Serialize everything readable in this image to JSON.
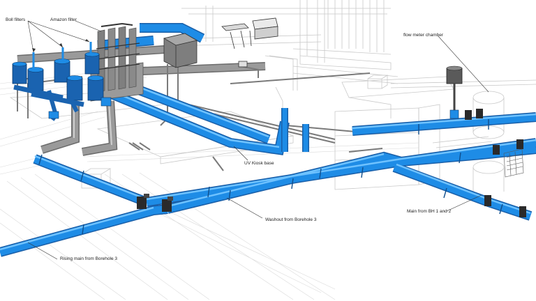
{
  "labels": {
    "boll_filters": "Boll filters",
    "amazon_filter": "Amazon filter",
    "flow_meter_chamber": "flow meter chamber",
    "uv_kiosk_base": "UV Kiosk base",
    "main_from_bh": "Main from BH 1 and 2",
    "washout": "Washout from Borehole 3",
    "rising_main": "Rising main from Borehole 3"
  },
  "colors": {
    "pipe": "#1e8ce6",
    "pipe_shadow": "#1a5fa8",
    "pipe_highlight": "#6fc2ff",
    "equipment": "#8a8a8a",
    "linework": "#c9c9c9"
  }
}
